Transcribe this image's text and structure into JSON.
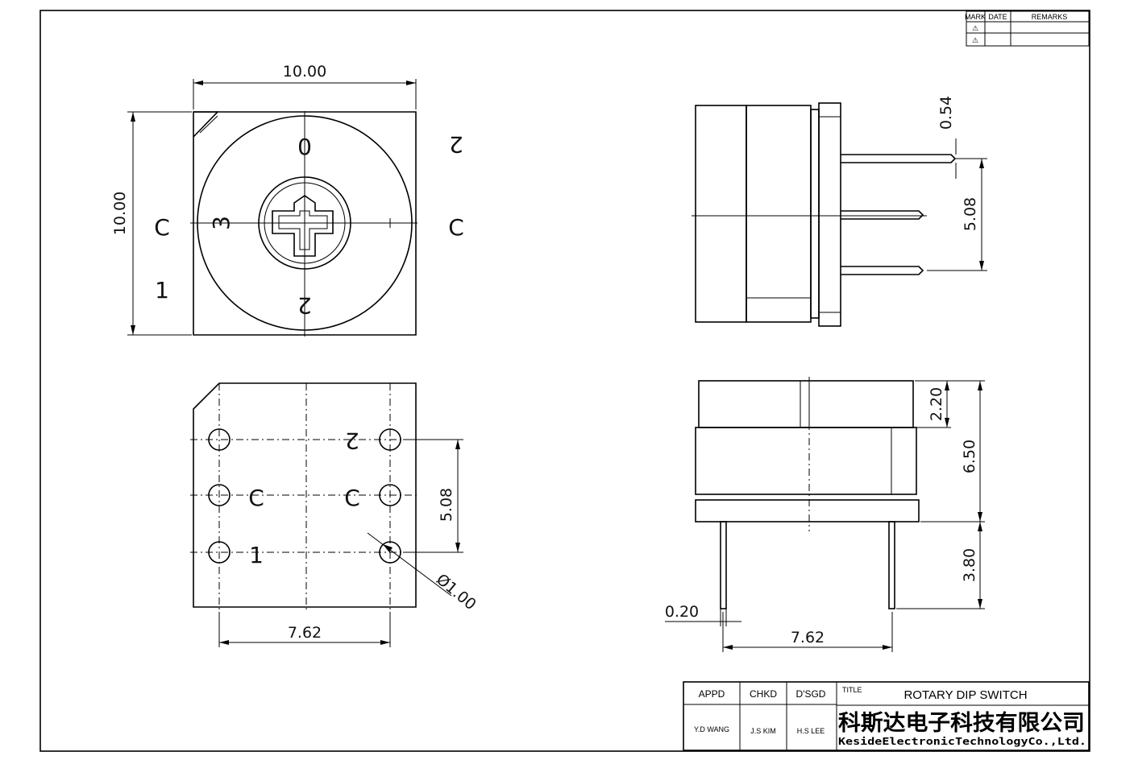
{
  "revision_block": {
    "headers": [
      "MARK",
      "DATE",
      "REMARKS"
    ],
    "marks": [
      "⚠",
      "⚠"
    ]
  },
  "dimensions": {
    "front_width": "10.00",
    "front_height": "10.00",
    "bottom_pitch_h": "7.62",
    "bottom_pitch_v": "5.08",
    "pin_hole": "Ø1.00",
    "side_pin_width": "0.54",
    "side_pin_pitch": "5.08",
    "end_top": "2.20",
    "end_body": "6.50",
    "end_pins": "3.80",
    "end_pin_thk": "0.20",
    "end_pitch": "7.62"
  },
  "front_labels": {
    "dial_0": "0",
    "dial_3": "3",
    "dial_2": "2",
    "left_c": "C",
    "right_c": "C",
    "top_right_2": "2",
    "bottom_left_1": "1"
  },
  "bottom_labels": {
    "two": "2",
    "c_left": "C",
    "c_right": "C",
    "one": "1"
  },
  "title_block": {
    "appd_label": "APPD",
    "chkd_label": "CHKD",
    "dsgd_label": "D'SGD",
    "title_label": "TITLE",
    "appd_name": "Y.D WANG",
    "chkd_name": "J.S KIM",
    "dsgd_name": "H.S LEE",
    "title": "ROTARY DIP SWITCH",
    "company_cn": "科斯达电子科技有限公司",
    "company_en": "KesideElectronicTechnologyCo.,Ltd."
  }
}
